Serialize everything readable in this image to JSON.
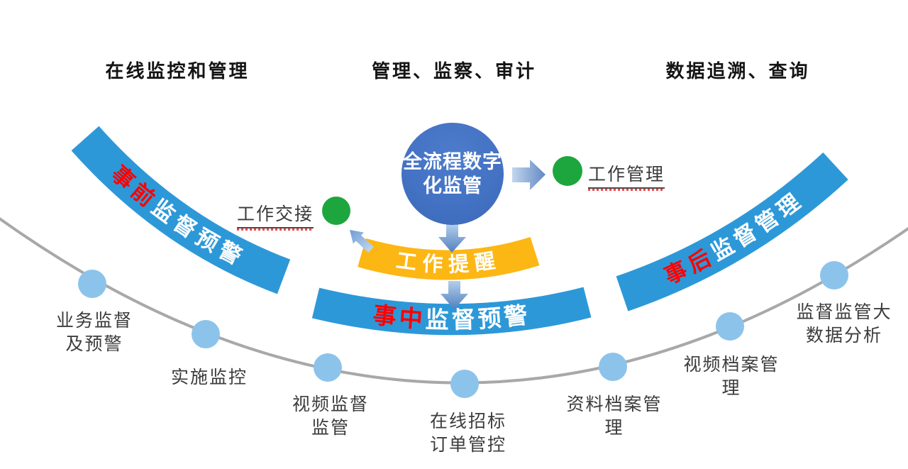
{
  "headers": {
    "left": "在线监控和管理",
    "center": "管理、监察、审计",
    "right": "数据追溯、查询"
  },
  "central_node": {
    "label": "全流程数字\n化监管"
  },
  "reminder_band": {
    "label": "工作提醒"
  },
  "bands": {
    "pre": {
      "highlight": "事前",
      "rest": "监督预警"
    },
    "mid": {
      "highlight": "事中",
      "rest": "监督预警"
    },
    "post": {
      "highlight": "事后",
      "rest": "监督管理"
    }
  },
  "work_nodes": {
    "handover": {
      "label": "工作交接"
    },
    "management": {
      "label": "工作管理"
    }
  },
  "arc_labels": [
    "业务监督\n及预警",
    "实施监控",
    "视频监督\n监管",
    "在线招标\n订单管控",
    "资料档案管\n理",
    "视频档案管\n理",
    "监督监管大\n数据分析"
  ],
  "colors": {
    "primary_blue": "#4472C4",
    "band_blue": "#2D98D8",
    "gold": "#FDB714",
    "green": "#1EA63E",
    "dot_blue": "#8CC3EB",
    "arc_gray": "#A8A8A8",
    "highlight_red": "#FF0000",
    "label_gray": "#3C3C3C"
  }
}
